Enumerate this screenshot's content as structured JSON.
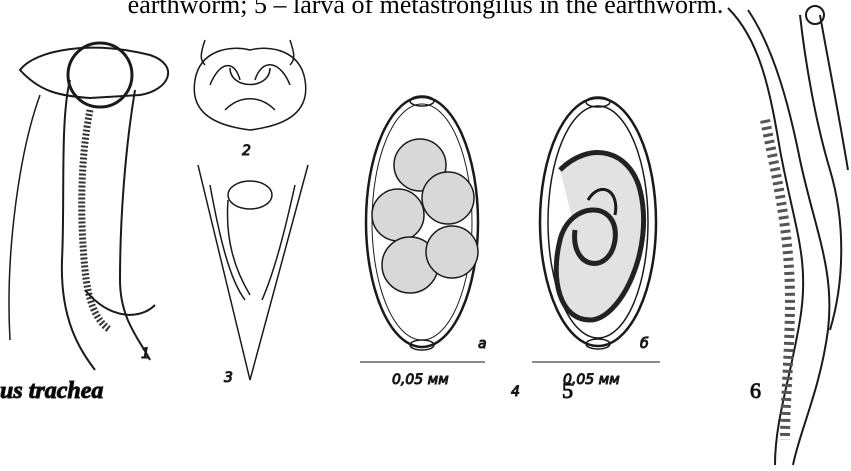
{
  "caption": {
    "line": "earthworm; 5 – larva of metastrongilus in the earthworm."
  },
  "figure": {
    "species_fragment": "us trachea",
    "panel_labels": [
      "1",
      "2",
      "3",
      "а",
      "б",
      "4"
    ],
    "scale_labels": [
      "0,05 мм",
      "0,05 мм"
    ],
    "printed_numbers": [
      "5",
      "6"
    ]
  }
}
